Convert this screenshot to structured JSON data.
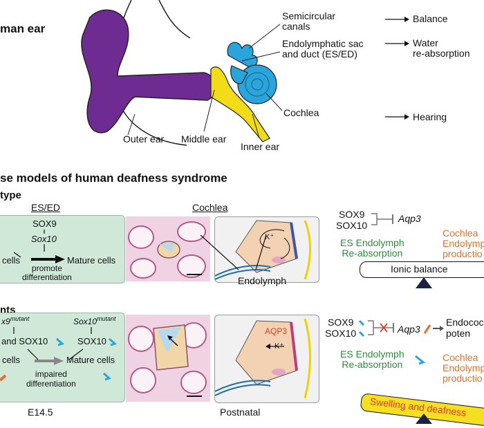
{
  "panel_a": {
    "title": "man ear",
    "semicircular": "Semicircular\ncanals",
    "es_ed": "Endolymphatic sac\nand duct (ES/ED)",
    "cochlea": "Cochlea",
    "outer_ear": "Outer ear",
    "middle_ear": "Middle ear",
    "inner_ear": "Inner ear",
    "func_balance": "Balance",
    "func_water": "Water\nre-absorption",
    "func_hearing": "Hearing"
  },
  "panel_b": {
    "title": "se models of human deafness syndrome",
    "wildtype_label": "type",
    "mutants_label": "nts",
    "col_es_ed": "ES/ED",
    "col_cochlea": "Cochlea",
    "wt": {
      "sox9": "SOX9",
      "sox10": "Sox10",
      "cells": "cells",
      "mature": "Mature cells",
      "promote": "promote\ndifferentiation",
      "k_label": "K⁺",
      "endolymph": "Endolymph",
      "gene_sox9": "SOX9",
      "gene_sox10": "SOX10",
      "aqp3": "Aqp3",
      "es_endolymph": "ES Endolymph\nRe-absorption",
      "cochlea_prod": "Cochlea\nEndolymp\nproductio",
      "balance_label": "Ionic balance"
    },
    "mut": {
      "sox9_mut": "x9",
      "sox9_sup": "mutant",
      "sox10_mut": "Sox10",
      "sox10_sup": "mutant",
      "and_sox10": "and SOX10",
      "sox10_b": "SOX10",
      "cells": "cells",
      "mature": "Mature cells",
      "impaired": "impaired\ndifferentiation",
      "aqp3_cochlea": "AQP3",
      "k_label": "K⁺",
      "gene_sox9": "SOX9",
      "gene_sox10": "SOX10",
      "aqp3": "Aqp3",
      "endoco": "Endococ\npoten",
      "es_endolymph": "ES Endolymph\nRe-absorption",
      "cochlea_prod": "Cochlea\nEndolymp\nproductio",
      "balance_label": "Swelling and deafness"
    },
    "stage_e145": "E14.5",
    "stage_postnatal": "Postnatal"
  },
  "colors": {
    "outer_ear": "#6e2b91",
    "middle_ear": "#f2dc1a",
    "inner_ear": "#2aa5dc",
    "green_text": "#2d8c3c",
    "orange_text": "#e0702a",
    "panel_green": "#cfe8d8"
  }
}
